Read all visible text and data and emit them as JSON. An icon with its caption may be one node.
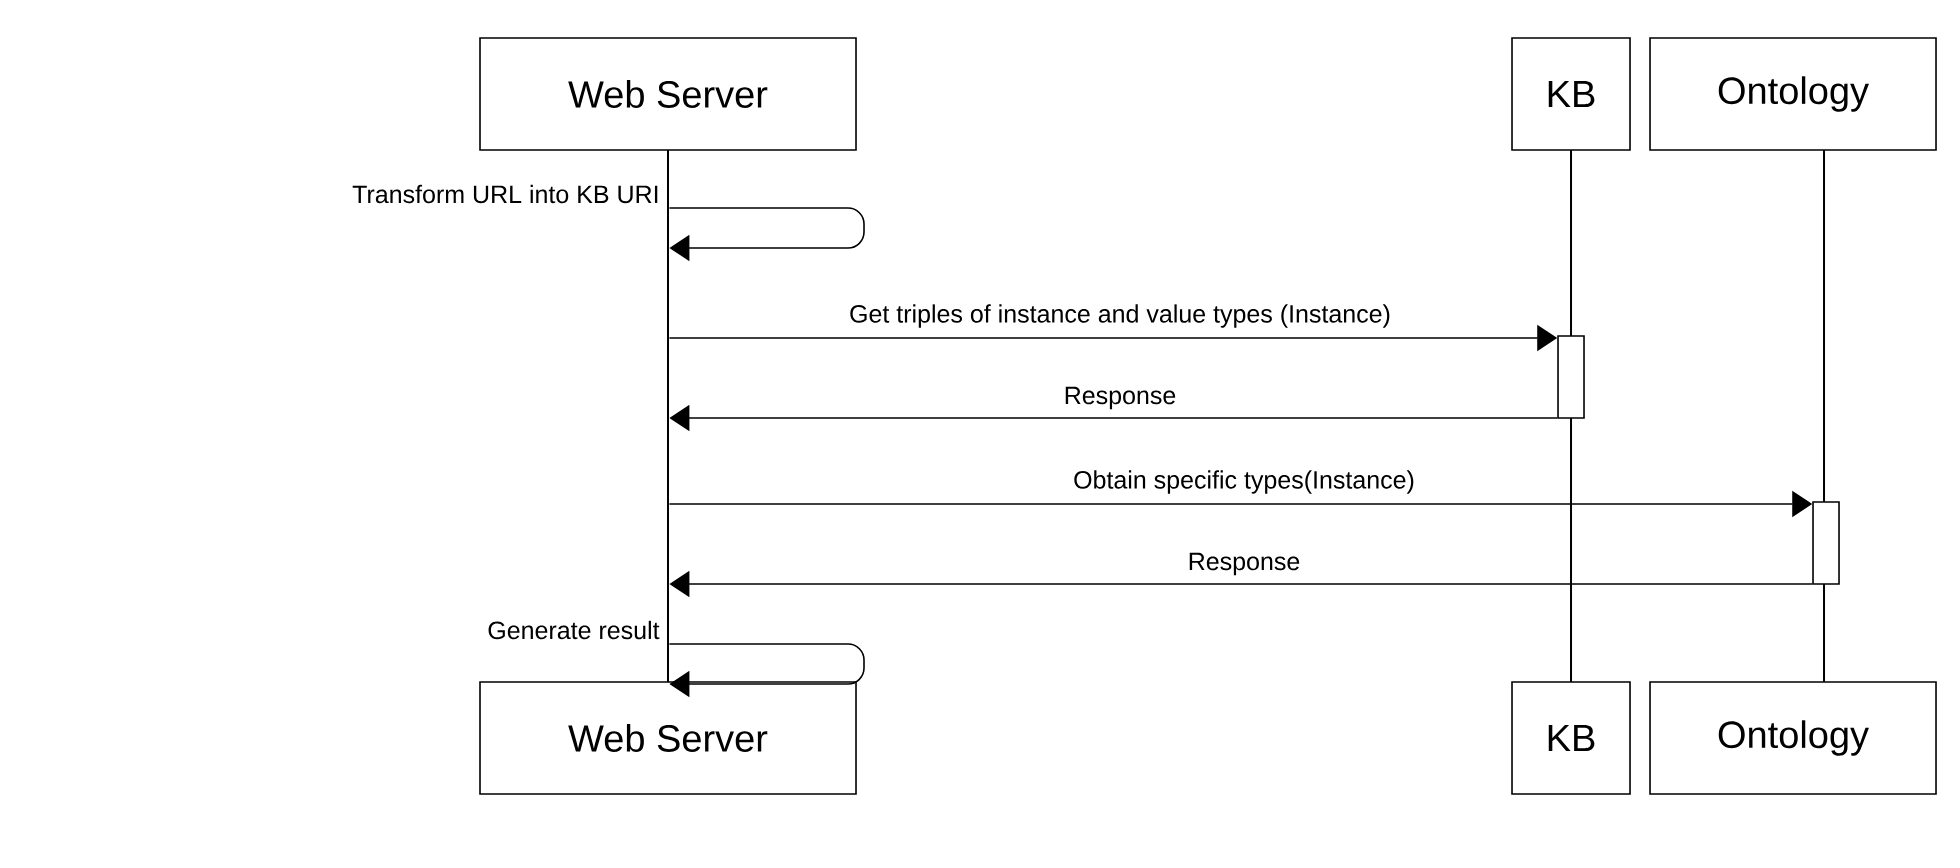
{
  "diagram": {
    "nodes": [
      {
        "text": [
          "Web Server"
        ]
      },
      {
        "text": [
          "KB"
        ]
      },
      {
        "text": [
          "Ontology"
        ]
      },
      {
        "text": [
          "Web Server"
        ]
      },
      {
        "text": [
          "KB"
        ]
      },
      {
        "text": [
          "Ontology"
        ]
      },
      {
        "text": [],
        "shape": "bar"
      },
      {
        "text": [],
        "shape": "bar"
      },
      {
        "text": [],
        "shape": "bar"
      },
      {
        "text": [],
        "shape": "box"
      },
      {
        "text": [],
        "shape": "box"
      }
    ],
    "edges": [
      {
        "from": 6,
        "to": 6,
        "arrow": "to",
        "label": "Transform URL into KB URI"
      },
      {
        "from": 6,
        "to": 9,
        "arrow": "to",
        "label": "Get triples of instance and value types (Instance)"
      },
      {
        "from": 9,
        "to": 6,
        "arrow": "to",
        "label": "Response"
      },
      {
        "from": 6,
        "to": 10,
        "arrow": "to",
        "label": "Obtain specific types(Instance)"
      },
      {
        "from": 10,
        "to": 6,
        "arrow": "to",
        "label": "Response"
      },
      {
        "from": 6,
        "to": 6,
        "arrow": "to",
        "label": "Generate result"
      }
    ]
  }
}
